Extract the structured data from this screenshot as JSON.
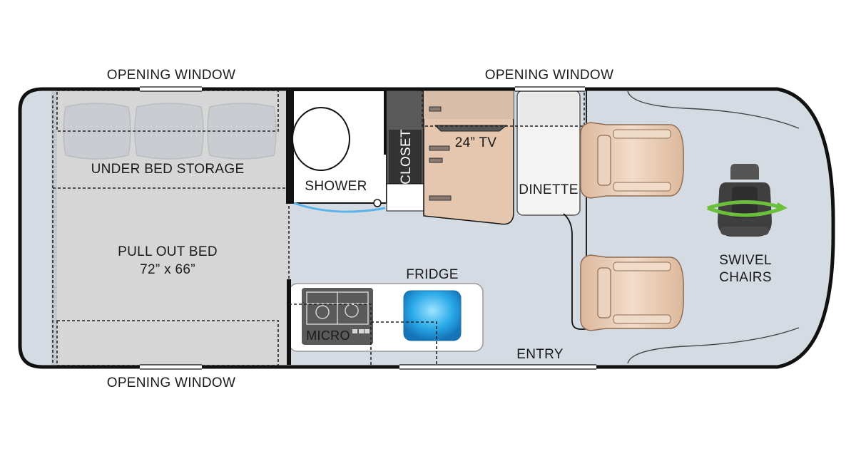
{
  "labels": {
    "top_window_left": "OPENING WINDOW",
    "top_window_right": "OPENING WINDOW",
    "bottom_window": "OPENING WINDOW",
    "under_bed_storage": "UNDER BED STORAGE",
    "pull_out_bed": "PULL OUT BED",
    "bed_size": "72” x 66”",
    "shower": "SHOWER",
    "closet": "CLOSET",
    "tv": "24” TV",
    "dinette": "DINETTE",
    "swivel": "SWIVEL",
    "chairs": "CHAIRS",
    "fridge": "FRIDGE",
    "micro": "MICRO",
    "entry": "ENTRY"
  },
  "colors": {
    "floor": "#d5dbe3",
    "bed": "#d6d6d6",
    "shell": "#111111",
    "cabinet": "#e5c6ae",
    "seat": "#ecd3bf",
    "swivel_arrow": "#6cbf3a",
    "sink": "#2aa9e8"
  }
}
